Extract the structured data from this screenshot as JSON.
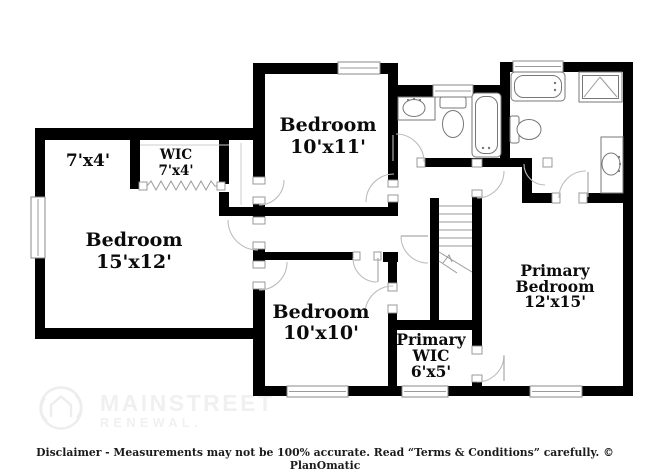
{
  "floor_plan": {
    "rooms": {
      "nook": {
        "dims": "7'x4'"
      },
      "wic": {
        "name": "WIC",
        "dims": "7'x4'"
      },
      "bedroom_upper": {
        "name": "Bedroom",
        "dims": "10'x11'"
      },
      "bedroom_left": {
        "name": "Bedroom",
        "dims": "15'x12'"
      },
      "bedroom_middle": {
        "name": "Bedroom",
        "dims": "10'x10'"
      },
      "primary_bedroom": {
        "name_line1": "Primary",
        "name_line2": "Bedroom",
        "dims": "12'x15'"
      },
      "primary_wic": {
        "name_line1": "Primary",
        "name_line2": "WIC",
        "dims": "6'x5'"
      }
    },
    "fixtures": {
      "hall_bathroom": [
        "sink",
        "toilet",
        "bathtub"
      ],
      "primary_bathroom": [
        "bathtub",
        "shower",
        "toilet",
        "sink"
      ],
      "staircase": "stairs-with-break-line"
    },
    "colors": {
      "wall": "#000000",
      "door_arc": "#bdbdbd",
      "window_frame": "#8a8a8a",
      "fixture_outline": "#777777",
      "label_text": "#0b0b0b"
    }
  },
  "watermark": {
    "brand_line1": "MAINSTREET",
    "brand_line2": "RENEWAL.",
    "color": "#f0f0f0"
  },
  "footer": {
    "disclaimer": "Disclaimer - Measurements may not be 100% accurate. Read “Terms & Conditions” carefully. © PlanOmatic"
  }
}
